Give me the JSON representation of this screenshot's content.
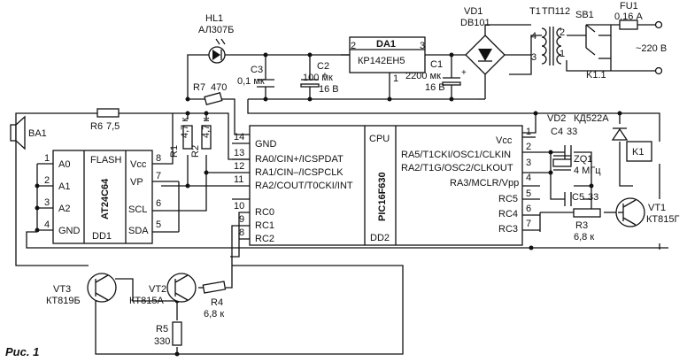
{
  "figure_caption": "Рис. 1",
  "components": {
    "hl1": {
      "ref": "HL1",
      "part": "АЛ307Б"
    },
    "da1": {
      "ref": "DA1",
      "part": "КР142ЕН5",
      "pins": [
        "2",
        "3",
        "1"
      ]
    },
    "vd1": {
      "ref": "VD1",
      "part": "DB101"
    },
    "t1": {
      "ref": "T1",
      "part": "ТП112",
      "pins": [
        "4",
        "2",
        "3",
        "1"
      ]
    },
    "sb1": {
      "ref": "SB1"
    },
    "fu1": {
      "ref": "FU1",
      "part": "0,16 А"
    },
    "mains": {
      "label": "~220 В"
    },
    "k1_contact": {
      "ref": "K1.1"
    },
    "c3": {
      "ref": "C3",
      "value": "0,1 мк"
    },
    "c2": {
      "ref": "C2",
      "value1": "100 мк",
      "value2": "16 В"
    },
    "c1": {
      "ref": "C1",
      "value1": "2200 мк",
      "value2": "16 В"
    },
    "r7": {
      "ref": "R7",
      "value": "470"
    },
    "r6": {
      "ref": "R6",
      "value": "7,5"
    },
    "r1": {
      "ref": "R1",
      "value": "4,7 к"
    },
    "r2": {
      "ref": "R2",
      "value": "4,7 к"
    },
    "ba1": {
      "ref": "BA1"
    },
    "dd1": {
      "ref": "DD1",
      "title": "FLASH",
      "part": "AT24C64",
      "left_pins": [
        {
          "num": "1",
          "name": "A0"
        },
        {
          "num": "2",
          "name": "A1"
        },
        {
          "num": "3",
          "name": "A2"
        },
        {
          "num": "4",
          "name": "GND"
        }
      ],
      "right_pins": [
        {
          "num": "8",
          "name": "Vcc"
        },
        {
          "num": "7",
          "name": "VP"
        },
        {
          "num": "6",
          "name": "SCL"
        },
        {
          "num": "5",
          "name": "SDA"
        }
      ]
    },
    "dd2": {
      "ref": "DD2",
      "title": "CPU",
      "part": "PIC16F630",
      "left_pins": [
        {
          "num": "14",
          "name": "GND"
        },
        {
          "num": "13",
          "name": "RA0/CIN+/ICSPDAT"
        },
        {
          "num": "12",
          "name": "RA1/CIN–/ICSPCLK"
        },
        {
          "num": "11",
          "name": "RA2/COUT/T0CKI/INT"
        },
        {
          "num": "10",
          "name": "RC0"
        },
        {
          "num": "9",
          "name": "RC1"
        },
        {
          "num": "8",
          "name": "RC2"
        }
      ],
      "right_pins": [
        {
          "num": "1",
          "name": "Vcc"
        },
        {
          "num": "2",
          "name": "RA5/T1CKI/OSC1/CLKIN"
        },
        {
          "num": "3",
          "name": "RA2/T1G/OSC2/CLKOUT"
        },
        {
          "num": "4",
          "name": "RA3/MCLR/Vpp"
        },
        {
          "num": "5",
          "name": "RC5"
        },
        {
          "num": "6",
          "name": "RC4"
        },
        {
          "num": "7",
          "name": "RC3"
        }
      ]
    },
    "vd2": {
      "ref": "VD2",
      "part": "КД522А"
    },
    "c4": {
      "ref": "C4",
      "value": "33"
    },
    "c5": {
      "ref": "C5",
      "value": "33"
    },
    "zq1": {
      "ref": "ZQ1",
      "value": "4 МГц"
    },
    "k1": {
      "ref": "K1"
    },
    "vt1": {
      "ref": "VT1",
      "part": "КТ815Г"
    },
    "r3": {
      "ref": "R3",
      "value": "6,8 к"
    },
    "vt2": {
      "ref": "VT2",
      "part": "КТ815А"
    },
    "vt3": {
      "ref": "VT3",
      "part": "КТ819Б"
    },
    "r4": {
      "ref": "R4",
      "value": "6,8 к"
    },
    "r5": {
      "ref": "R5",
      "value": "330"
    }
  }
}
